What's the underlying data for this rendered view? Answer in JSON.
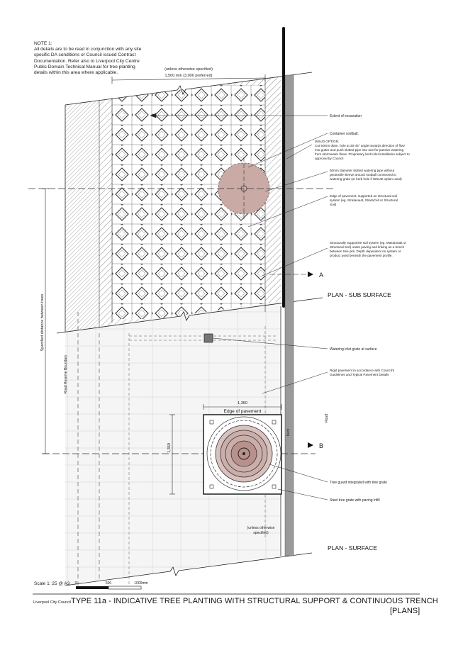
{
  "note": {
    "heading": "NOTE 1:",
    "body": "All details are to be read in conjunction with any site specific DA conditions or Council issued Contract Documentation. Refer also to Liverpool City Centre Public Domain Technical Manual for tree planting details within this area where applicable."
  },
  "dimensions": {
    "unless_top": "(unless otherwise specified)",
    "width_top": "1,500 min (3,000 preferred)",
    "grate_width": "1,350",
    "grate_height": "1,350",
    "unless_bottom_1": "(unless otherwise",
    "unless_bottom_2": "specified)",
    "tree_spacing": "Specified distance between trees"
  },
  "labels": {
    "road_reserve": "Road Reserve Boundary",
    "kerb": "Kerb",
    "road": "Road",
    "edge_of_pavement": "Edge of pavement"
  },
  "callouts": [
    {
      "id": "excavation",
      "lines": [
        "Extent of excavation"
      ]
    },
    {
      "id": "container",
      "lines": [
        "Container rootball."
      ]
    },
    {
      "id": "wsud",
      "lines": [
        "WSUD OPTION:",
        "Cut 50mm diam. hole at 30-45° angle towards direction of flow",
        "into gutter and push slotted pipe into one for passive watering",
        "from stormwater flows. Proprietary kerb inlet installation subject to",
        "approval by Council"
      ]
    },
    {
      "id": "pipe",
      "lines": [
        "50mm diameter slotted watering pipe without",
        "geotextile sleeve around rootball connected to",
        "watering grate (or kerb hole if WSUD option used)"
      ]
    },
    {
      "id": "edge",
      "lines": [
        "Edge of pavement, supported on structural soil",
        "system (eg. Stratavault, StrataCell or Structural",
        "Soil)"
      ]
    },
    {
      "id": "structural",
      "lines": [
        "Structurally supportive soil system (eg. MastaVault or",
        "Structural Soil) under paving and linking as a trench",
        "between tree pits. Depth dependent on system or",
        "product used beneath the pavement profile."
      ]
    },
    {
      "id": "inlet",
      "lines": [
        "Watering inlet grate at surface"
      ]
    },
    {
      "id": "rigid",
      "lines": [
        "Rigid pavement in accordance with Council's",
        "Guidelines and Typical Pavement Details"
      ]
    },
    {
      "id": "guard",
      "lines": [
        "Tree guard integrated with tree grate"
      ]
    },
    {
      "id": "steel",
      "lines": [
        "Steel tree grate with paving infill"
      ]
    }
  ],
  "sections": {
    "a_marker": "A",
    "b_marker": "B",
    "plan_sub": "PLAN - SUB SURFACE",
    "plan_surface": "PLAN - SURFACE"
  },
  "scale": {
    "text": "Scale 1: 25 @ A3",
    "ticks": [
      "0",
      "500",
      "1000mm"
    ]
  },
  "footer": {
    "council": "Liverpool City Council",
    "title": "TYPE 11a - INDICATIVE TREE PLANTING WITH STRUCTURAL SUPPORT  & CONTINUOUS TRENCH",
    "subtitle": "[PLANS]"
  },
  "colors": {
    "line": "#222222",
    "kerb_grey": "#9a9a9a",
    "rootball": "#c9aaa5",
    "rootball_stroke": "#7a5a55",
    "pavement": "#f4f4f4"
  }
}
